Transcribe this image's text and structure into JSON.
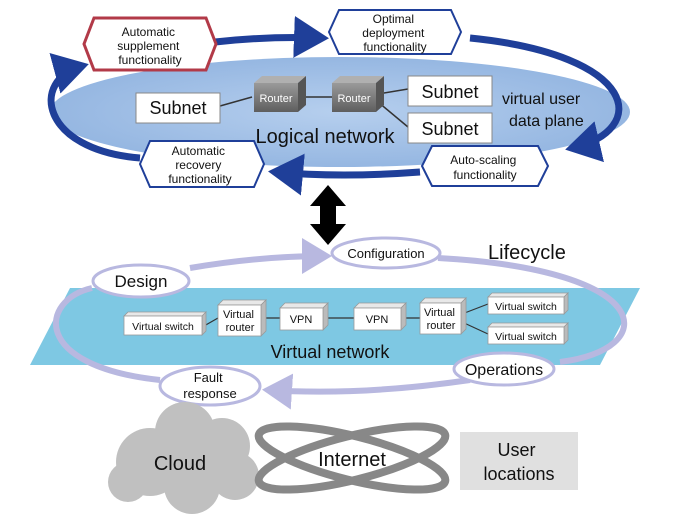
{
  "logical": {
    "title": "Logical network",
    "plane_line1": "virtual user",
    "plane_line2": "data plane",
    "subnet_left": "Subnet",
    "subnet_right_top": "Subnet",
    "subnet_right_bottom": "Subnet",
    "router_1": "Router",
    "router_2": "Router",
    "func_supplement": [
      "Automatic",
      "supplement",
      "functionality"
    ],
    "func_deployment": [
      "Optimal",
      "deployment",
      "functionality"
    ],
    "func_recovery": [
      "Automatic",
      "recovery",
      "functionality"
    ],
    "func_autoscaling": [
      "Auto-scaling",
      "functionality"
    ]
  },
  "lifecycle": {
    "title": "Lifecycle",
    "design": "Design",
    "configuration": "Configuration",
    "operations": "Operations",
    "fault": [
      "Fault",
      "response"
    ]
  },
  "virtual": {
    "title": "Virtual network",
    "switch_left": "Virtual switch",
    "router_left": [
      "Virtual",
      "router"
    ],
    "vpn_1": "VPN",
    "vpn_2": "VPN",
    "router_right": [
      "Virtual",
      "router"
    ],
    "switch_right_top": "Virtual switch",
    "switch_right_bottom": "Virtual switch"
  },
  "bottom": {
    "cloud": "Cloud",
    "internet": "Internet",
    "user_line1": "User",
    "user_line2": "locations"
  },
  "colors": {
    "cycle_dark_blue": "#1f3f99",
    "ellipse_fill": "#9dbde4",
    "plane_fill": "#7ec8e3",
    "cycle_lavender": "#b8b8e0",
    "router_gray": "#7a7a7a",
    "cloud_gray": "#c0c0c0",
    "internet_gray": "#888888",
    "user_box": "#e0e0e0",
    "supplement_border": "#b23a48"
  }
}
